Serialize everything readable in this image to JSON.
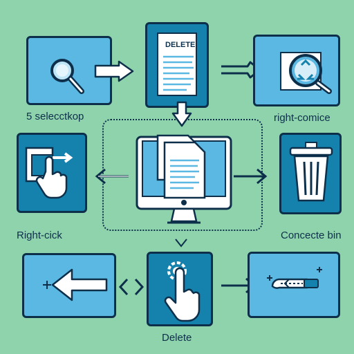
{
  "steps": {
    "top_center_doc_title": "DELETE",
    "top_left_label": "5 selecctkop",
    "top_right_label": "right-comice",
    "mid_left_label": "Right-cick",
    "mid_right_label": "Concecte bin",
    "bottom_center_label": "Delete"
  },
  "icons": [
    "magnifier-icon",
    "document-icon",
    "recycle-icon",
    "click-hand-icon",
    "monitor-icon",
    "trash-bin-icon",
    "left-arrow-icon",
    "gear-click-icon",
    "slider-icon"
  ],
  "colors": {
    "background": "#8fd3ad",
    "light_panel": "#5bb8e3",
    "dark_panel": "#1581ad",
    "outline": "#0d2f4a"
  }
}
